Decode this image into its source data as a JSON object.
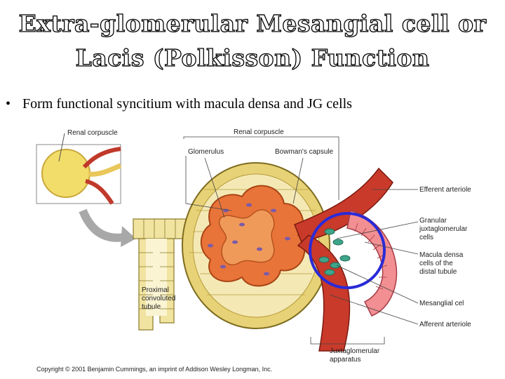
{
  "slide": {
    "title_line1": "Extra-glomerular Mesangial cell or",
    "title_line2": "Lacis (Polkisson) Function",
    "bullet": "Form functional syncitium with macula densa and JG cells"
  },
  "figure": {
    "labels": {
      "renal_corpuscle_inset": "Renal corpuscle",
      "renal_corpuscle": "Renal corpuscle",
      "glomerulus": "Glomerulus",
      "bowmans_capsule": "Bowman's capsule",
      "efferent_arteriole": "Efferent arteriole",
      "granular_line1": "Granular",
      "granular_line2": "juxtaglomerular",
      "granular_line3": "cells",
      "macula_line1": "Macula densa",
      "macula_line2": "cells of the",
      "macula_line3": "distal tubule",
      "mesangial": "Mesanglial cel",
      "afferent_arteriole": "Afferent arteriole",
      "proximal_line1": "Proximal",
      "proximal_line2": "convoluted",
      "proximal_line3": "tubule",
      "jga_line1": "Juxtaglomerular",
      "jga_line2": "apparatus"
    },
    "colors": {
      "highlight_circle": "#2a2ad8",
      "capsule_yellow": "#e9d27a",
      "glomerulus_orange": "#e8743a",
      "arteriole_red": "#c93a2a"
    }
  },
  "footer": {
    "copyright": "Copyright © 2001 Benjamin Cummings, an imprint of Addison Wesley Longman, Inc."
  }
}
